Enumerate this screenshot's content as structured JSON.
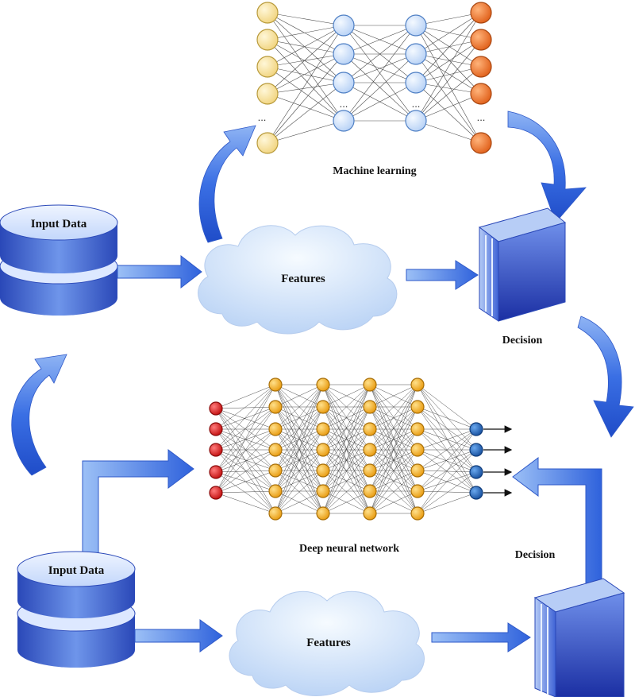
{
  "labels": {
    "input_data_top": "Input Data",
    "features_top": "Features",
    "machine_learning": "Machine learning",
    "decision_top": "Decision",
    "input_data_bottom": "Input Data",
    "features_bottom": "Features",
    "deep_neural_network": "Deep neural network",
    "decision_bottom": "Decision",
    "ellipsis": "..."
  },
  "colors": {
    "blue_dark": "#1f3fb0",
    "blue_mid": "#3f6fe0",
    "blue_light": "#c9dcff",
    "cloud_light": "#eaf3ff",
    "cloud_mid": "#b9d4f6",
    "ml_input_node": "#fbe7a6",
    "ml_hidden_node": "#d6e6fb",
    "ml_output_node": "#f07828",
    "dnn_input_node": "#d81c1c",
    "dnn_hidden_node": "#f4b01e",
    "dnn_output_node": "#1f6fc4",
    "edge": "#444444"
  },
  "icons": [
    "database-icon",
    "cloud-icon",
    "server-icon",
    "curved-arrow-icon",
    "block-arrow-icon"
  ]
}
